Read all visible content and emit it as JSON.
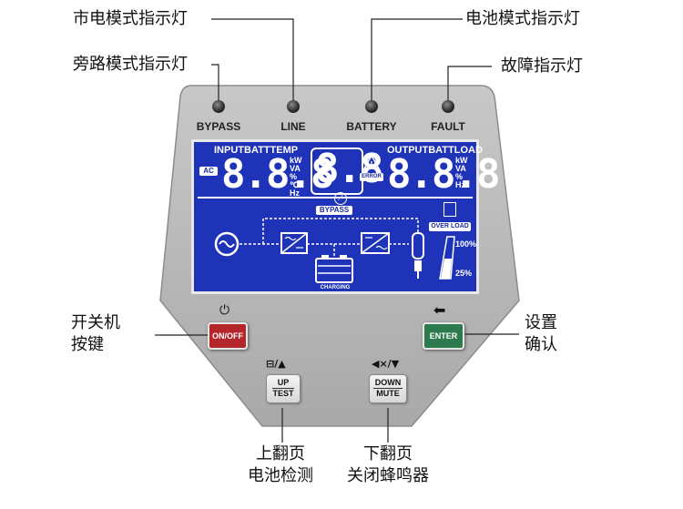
{
  "callouts": {
    "line_mode": "市电模式指示灯",
    "bypass_mode": "旁路模式指示灯",
    "battery_mode": "电池模式指示灯",
    "fault": "故障指示灯",
    "power_line1": "开关机",
    "power_line2": "按键",
    "setting_line1": "设置",
    "setting_line2": "确认",
    "up_line1": "上翻页",
    "up_line2": "电池检测",
    "down_line1": "下翻页",
    "down_line2": "关闭蜂鸣器"
  },
  "leds": {
    "bypass": "BYPASS",
    "line": "LINE",
    "battery": "BATTERY",
    "fault": "FAULT"
  },
  "lcd": {
    "input_header": "INPUTBATTTEMP",
    "output_header": "OUTPUTBATTLOAD",
    "ac": "AC",
    "left_digits": "8.8.8",
    "center_digits": "8.8",
    "right_digits": "8.8.8",
    "units": [
      "kW",
      "VA",
      "%",
      "Hz"
    ],
    "left_units": [
      "kW",
      "VA",
      "%",
      "℃",
      "Hz"
    ],
    "error": "ERROR",
    "bypass": "BYPASS",
    "overload": "OVER LOAD",
    "charging": "CHARGING",
    "load_high": "100%",
    "load_low": "25%"
  },
  "buttons": {
    "onoff": "ON/OFF",
    "enter": "ENTER",
    "up_top": "UP",
    "up_bottom": "TEST",
    "down_top": "DOWN",
    "down_bottom": "MUTE"
  },
  "colors": {
    "lcd_blue": "#1e33b8",
    "onoff_red": "#b3262a",
    "enter_green": "#2c7a4e",
    "panel_gray": "#b9b9b9"
  }
}
